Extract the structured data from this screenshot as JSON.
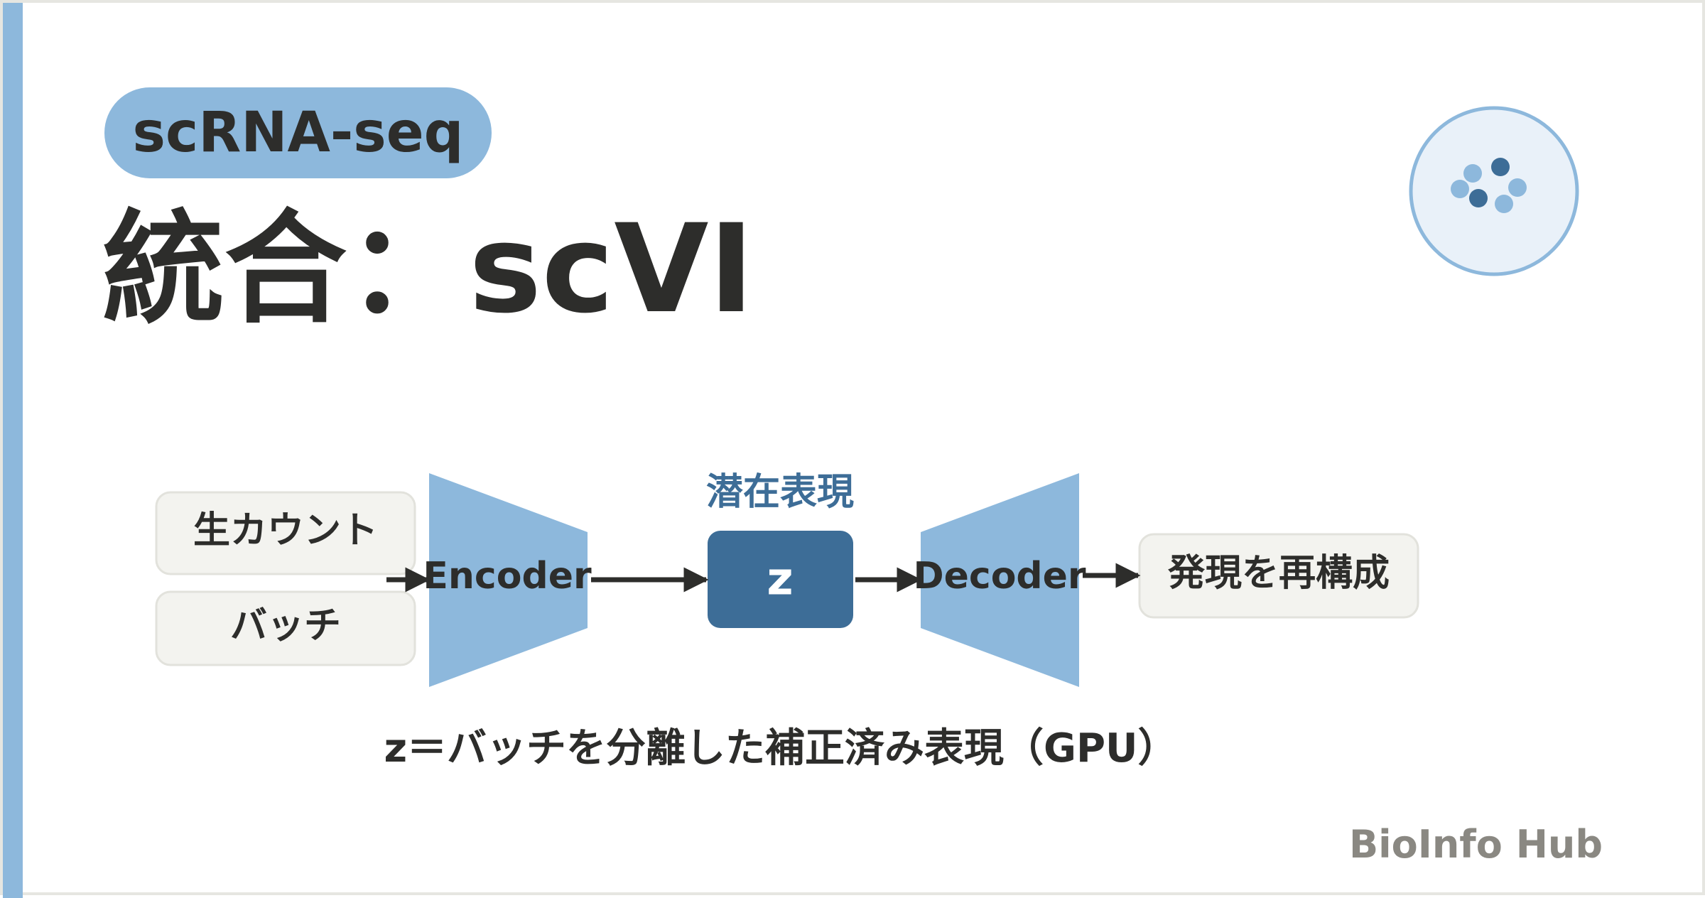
{
  "tag": "scRNA-seq",
  "title": "統合：scVI",
  "diagram": {
    "inputs": [
      "生カウント",
      "バッチ"
    ],
    "encoder": "Encoder",
    "latent_label": "潜在表現",
    "latent": "z",
    "decoder": "Decoder",
    "output": "発現を再構成"
  },
  "caption": "z＝バッチを分離した補正済み表現（GPU）",
  "brand": "BioInfo Hub",
  "colors": {
    "accent": "#8db8dc",
    "latent": "#3d6d97",
    "text": "#2d2d2b",
    "box": "#f3f3ef",
    "brand_text": "#8a8882"
  }
}
